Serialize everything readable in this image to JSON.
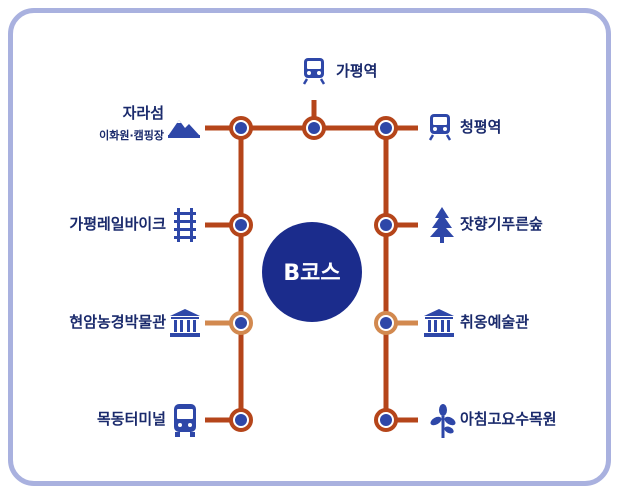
{
  "center": {
    "label": "B코스"
  },
  "stations": {
    "gapyeong_station": "가평역",
    "jaraseom_title": "자라섬",
    "jaraseom_sub": "이화원·캠핑장",
    "cheongpyeong_station": "청평역",
    "rail_bike": "가평레일바이크",
    "pine_forest": "잣향기푸른숲",
    "farm_museum": "현암농경박물관",
    "chwiong_art": "취옹예술관",
    "terminal": "목동터미널",
    "garden": "아침고요수목원"
  },
  "colors": {
    "line": "#b5451a",
    "line_light": "#d2894f",
    "node_fill": "#2e47a8",
    "text": "#1a2a6c",
    "frame": "#a9b1df"
  },
  "icons": {
    "gapyeong_station": "train-icon",
    "cheongpyeong_station": "train-icon",
    "jaraseom": "mountain-icon",
    "rail_bike": "rail-ladder-icon",
    "pine_forest": "pine-tree-icon",
    "farm_museum": "museum-icon",
    "chwiong_art": "museum-icon",
    "terminal": "bus-icon",
    "garden": "plant-icon"
  }
}
